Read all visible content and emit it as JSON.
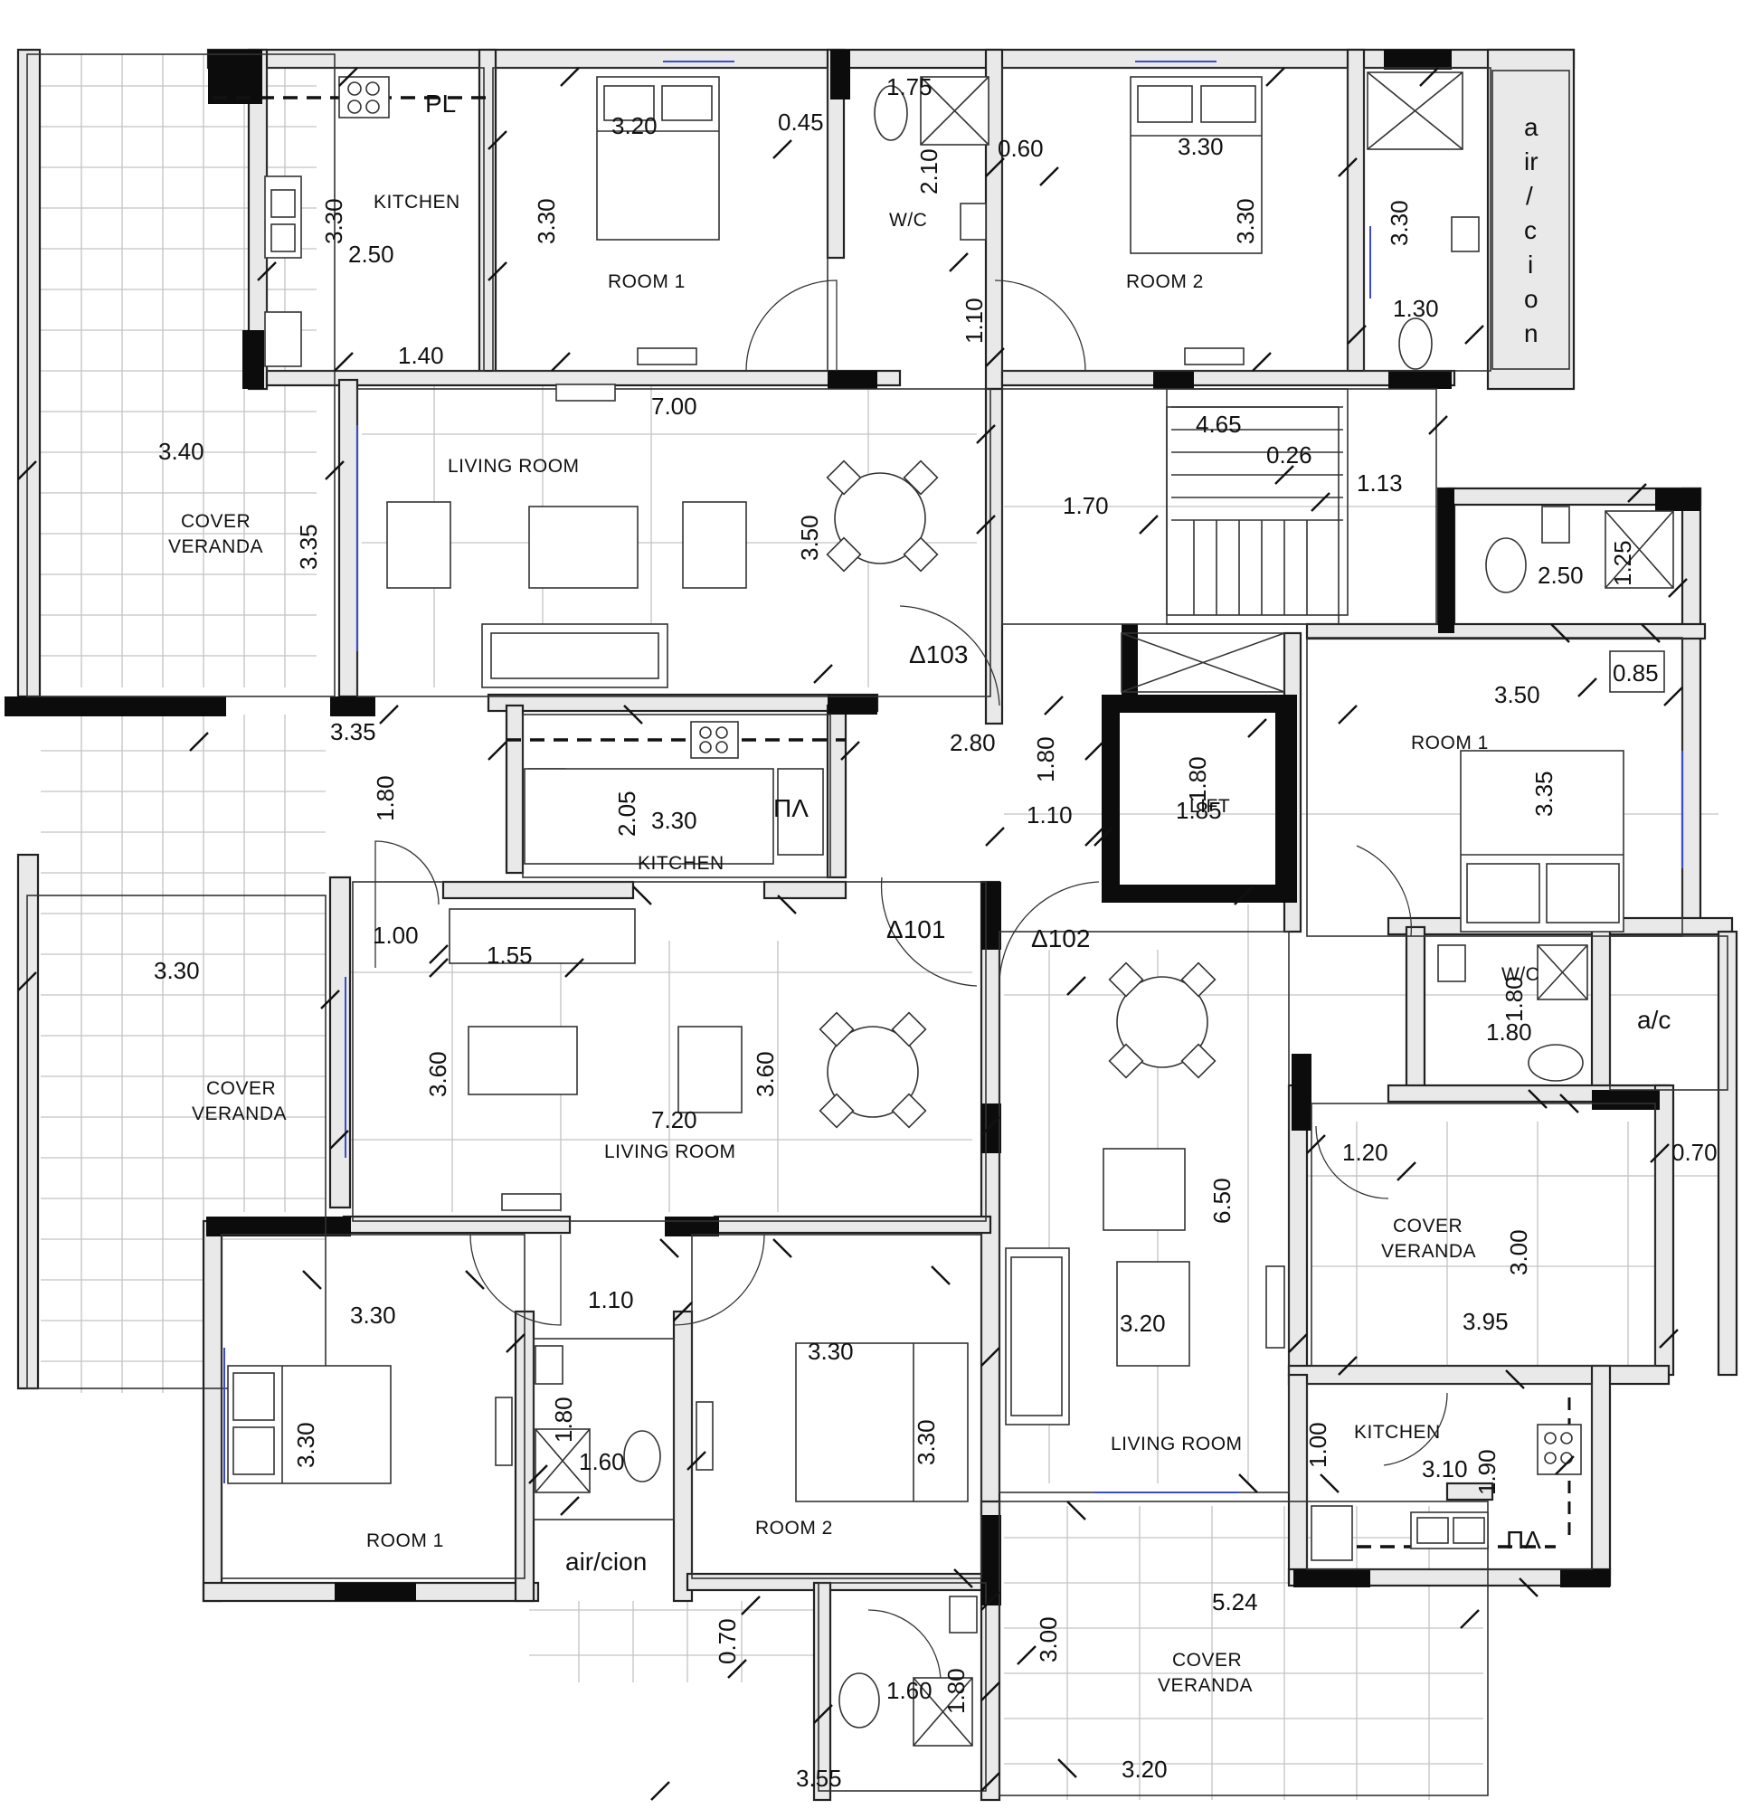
{
  "rooms": {
    "kitchen_a": "KITCHEN",
    "room1_a": "ROOM 1",
    "wc_a": "W/C",
    "room2_a": "ROOM  2",
    "living_a": "LIVING ROOM",
    "veranda_a1": "COVER",
    "veranda_a2": "VERANDA",
    "kitchen_b": "KITCHEN",
    "living_b": "LIVING ROOM",
    "veranda_b1": "COVER",
    "veranda_b2": "VERANDA",
    "room1_b": "ROOM 1",
    "room2_b": "ROOM 2",
    "aircion_b": "air/cion",
    "lift": "LIFT",
    "room1_c": "ROOM 1",
    "wc_c": "W/C",
    "ac_c": "a/c",
    "veranda_c1": "COVER",
    "veranda_c2": "VERANDA",
    "kitchen_c": "KITCHEN",
    "living_c": "LIVING ROOM",
    "veranda_d1": "COVER",
    "veranda_d2": "VERANDA",
    "aircion_a": [
      "a",
      "ir",
      "/",
      "c",
      "i",
      "o",
      "n"
    ]
  },
  "tags": {
    "d103": "Δ103",
    "d101": "Δ101",
    "d102": "Δ102",
    "pl_top": "PL",
    "pl_mid": "ΠΛ",
    "pl_bottom": "ΠΛ"
  },
  "dims": {
    "kit_a_h": "3.30",
    "kit_a_w": "2.50",
    "kit_a_b": "1.40",
    "room1_a_w": "3.20",
    "room1_a_h": "3.30",
    "wc_a_045": "0.45",
    "wc_a_175": "1.75",
    "wc_a_210": "2.10",
    "wc_a_060": "0.60",
    "corr_110": "1.10",
    "room2_a_w": "3.30",
    "room2_a_h": "3.30",
    "bath_a_h": "3.30",
    "bath_a_w": "1.30",
    "living_a_w": "7.00",
    "living_a_h": "3.50",
    "ver_a_w": "3.40",
    "ver_a_h": "3.35",
    "stair_465": "4.65",
    "stair_026": "0.26",
    "stair_113": "1.13",
    "stair_170": "1.70",
    "bath_c_250": "2.50",
    "bath_c_125": "1.25",
    "lobby_280": "2.80",
    "lobby_180": "1.80",
    "lobby_110": "1.10",
    "lift_a": "1.80",
    "lift_b": "1.85",
    "room1_c_w": "3.50",
    "room1_c_085": "0.85",
    "room1_c_h": "3.35",
    "ver_b_335": "3.35",
    "ver_b_180": "1.80",
    "kit_b_205": "2.05",
    "kit_b_330": "3.30",
    "ver_b_100": "1.00",
    "ver_b_155": "1.55",
    "ver_b_330": "3.30",
    "living_b_h1": "3.60",
    "living_b_h2": "3.60",
    "living_b_w": "7.20",
    "wc_c_h": "1.80",
    "wc_c_w": "1.80",
    "ver_c_120": "1.20",
    "ver_c_070": "0.70",
    "ver_c_300": "3.00",
    "ver_c_395": "3.95",
    "living_c_h": "6.50",
    "living_c_w": "3.20",
    "room1_b_w": "3.30",
    "room1_b_h": "3.30",
    "corr_b_110": "1.10",
    "room2_b_w": "3.30",
    "room2_b_h": "3.30",
    "wc_b_180": "1.80",
    "wc_b_160": "1.60",
    "kit_c_100": "1.00",
    "kit_c_310": "3.10",
    "kit_c_190": "1.90",
    "ver_d_524": "5.24",
    "ver_d_300": "3.00",
    "ver_d_320": "3.20",
    "air_b_070": "0.70",
    "wc_d_180": "1.80",
    "wc_d_160": "1.60",
    "bottom_355": "3.55"
  }
}
